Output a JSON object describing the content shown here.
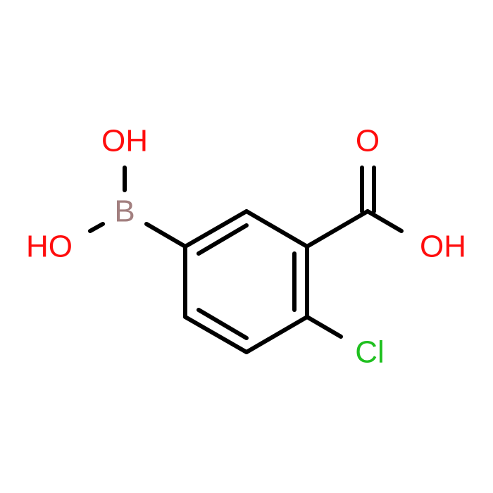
{
  "molecule": {
    "atoms": {
      "boron": {
        "label": "B",
        "color": "#a27f7f"
      },
      "boronic_oh_top": {
        "label": "OH",
        "color": "#ff0d0d"
      },
      "boronic_oh_left": {
        "label": "HO",
        "color": "#ff0d0d"
      },
      "carbonyl_o": {
        "label": "O",
        "color": "#ff0d0d"
      },
      "carboxyl_oh": {
        "label": "OH",
        "color": "#ff0d0d"
      },
      "chlorine": {
        "label": "Cl",
        "color": "#1fc01f"
      }
    },
    "bond_color": "#000000"
  }
}
